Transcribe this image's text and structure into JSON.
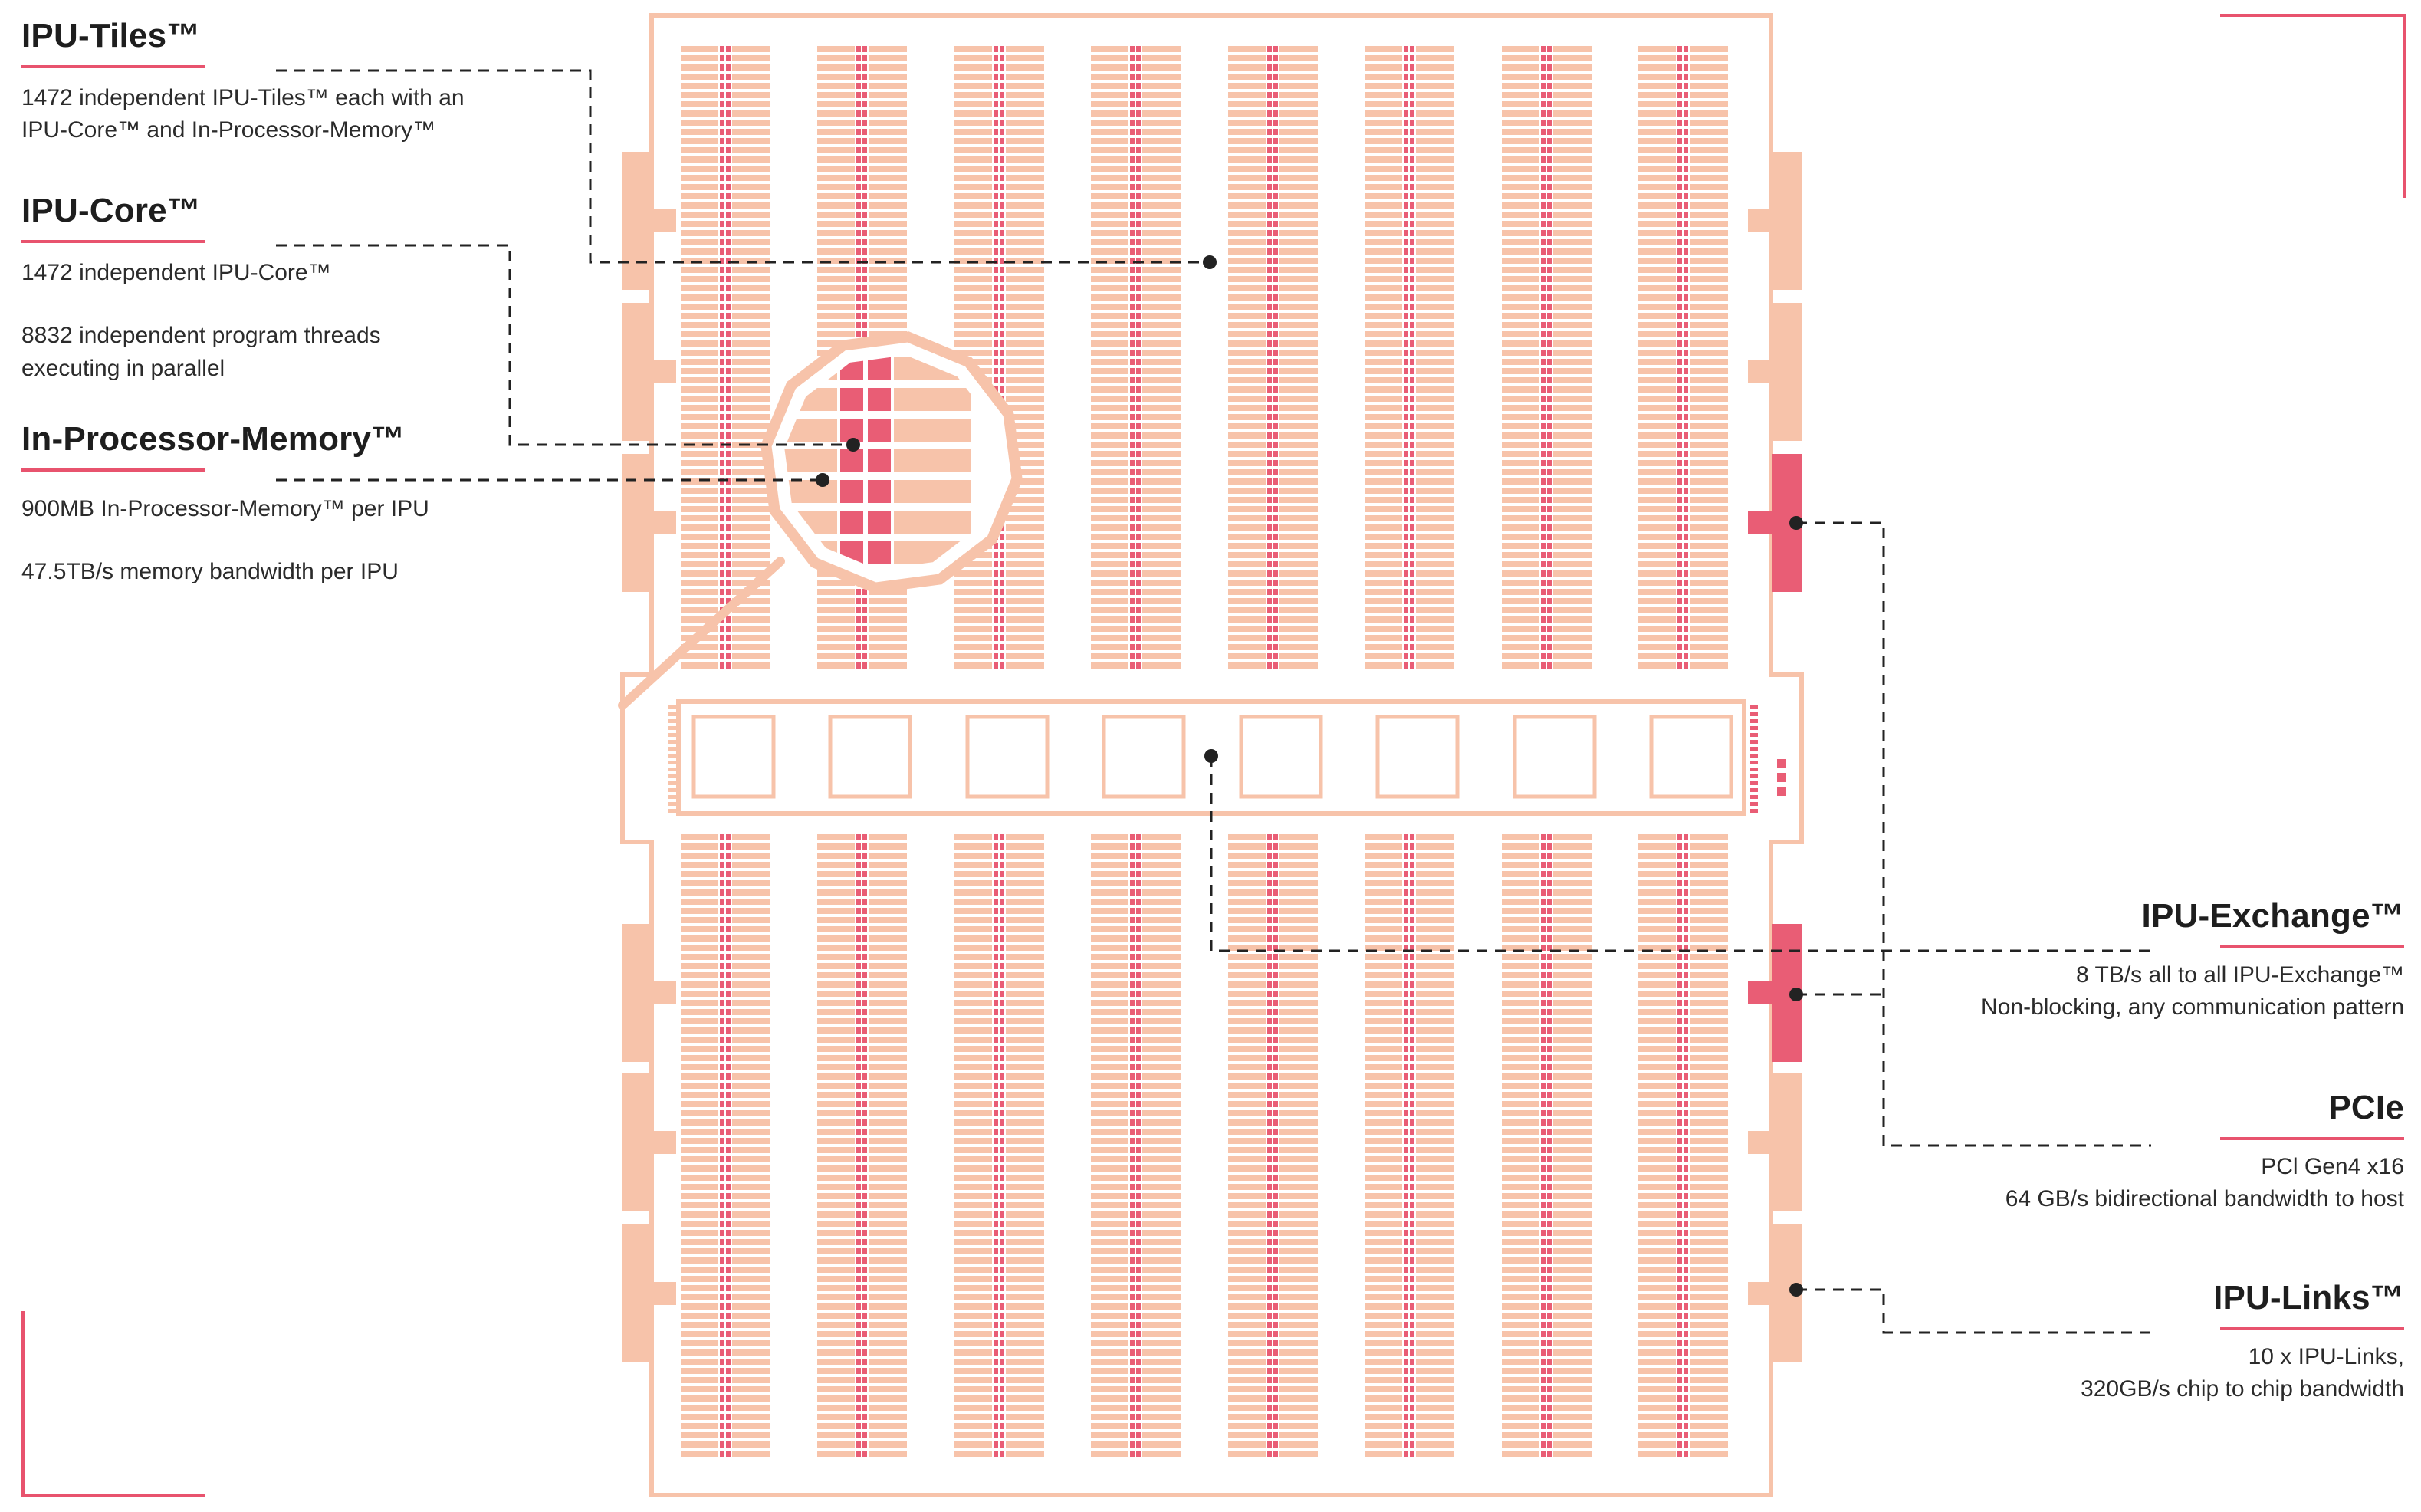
{
  "colors": {
    "tile_light": "#f7c3aa",
    "tile_accent": "#e95d75",
    "outline": "#f7c3aa",
    "rule_accent": "#e8536e",
    "leader_line": "#222222",
    "text": "#222222"
  },
  "labels": {
    "ipu_tiles": {
      "title": "IPU-Tiles™",
      "lines": [
        "1472 independent IPU-Tiles™ each with an",
        "IPU-Core™ and In-Processor-Memory™"
      ]
    },
    "ipu_core": {
      "title": "IPU-Core™",
      "lines": [
        "1472 independent IPU-Core™",
        "",
        "8832 independent program threads",
        "executing in parallel"
      ]
    },
    "in_processor_memory": {
      "title": "In-Processor-Memory™",
      "lines": [
        "900MB In-Processor-Memory™ per IPU",
        "",
        "47.5TB/s memory bandwidth per IPU"
      ]
    },
    "ipu_exchange": {
      "title": "IPU-Exchange™",
      "lines": [
        "8 TB/s all to all IPU-Exchange™",
        "Non-blocking, any communication pattern"
      ]
    },
    "pcie": {
      "title": "PCIe",
      "lines": [
        "PCl Gen4 x16",
        "64 GB/s bidirectional bandwidth to host"
      ]
    },
    "ipu_links": {
      "title": "IPU-Links™",
      "lines": [
        "10 x IPU-Links,",
        "320GB/s chip to chip bandwidth"
      ]
    }
  }
}
